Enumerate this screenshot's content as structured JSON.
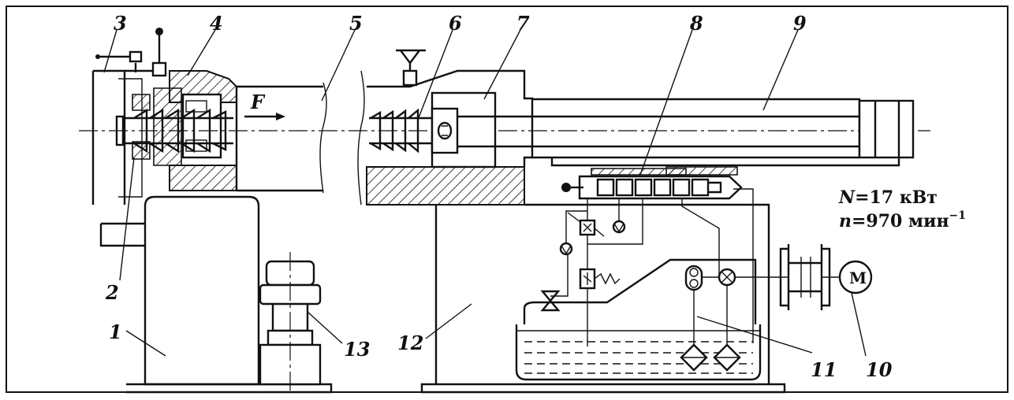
{
  "labels": {
    "l1": "1",
    "l2": "2",
    "l3": "3",
    "l4": "4",
    "l5": "5",
    "l6": "6",
    "l7": "7",
    "l8": "8",
    "l9": "9",
    "l10": "10",
    "l11": "11",
    "l12": "12",
    "l13": "13"
  },
  "force": {
    "symbol": "F"
  },
  "motor": {
    "symbol": "M"
  },
  "specs": {
    "power_var": "N",
    "power_value": "=17 кВт",
    "speed_var": "n",
    "speed_value": "=970 мин",
    "speed_exp": "−1"
  }
}
